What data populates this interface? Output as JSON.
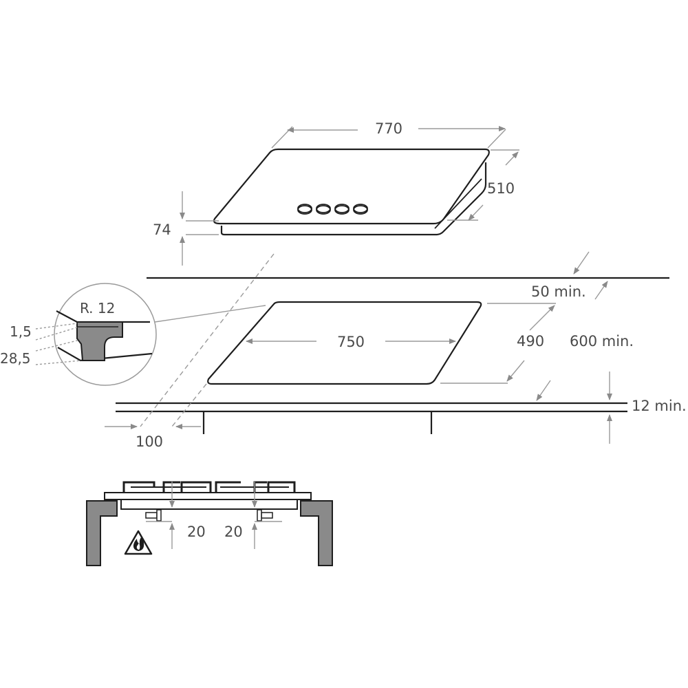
{
  "dimensions": {
    "hob_width": "770",
    "hob_depth": "510",
    "hob_height": "74",
    "cutout_width": "750",
    "cutout_depth": "490",
    "clearance_rear": "50 min.",
    "worktop_depth": "600 min.",
    "worktop_thickness": "12 min.",
    "clearance_front": "100",
    "detail_radius": "R. 12",
    "detail_top": "1,5",
    "detail_bottom": "28,5",
    "gap_left": "20",
    "gap_right": "20"
  },
  "icons": {
    "warning": "flame-warning-icon"
  },
  "colors": {
    "line": "#1e1e1e",
    "dimension": "#9a9a9a",
    "fill_gray": "#8a8a8a",
    "text": "#4a4a4a"
  }
}
